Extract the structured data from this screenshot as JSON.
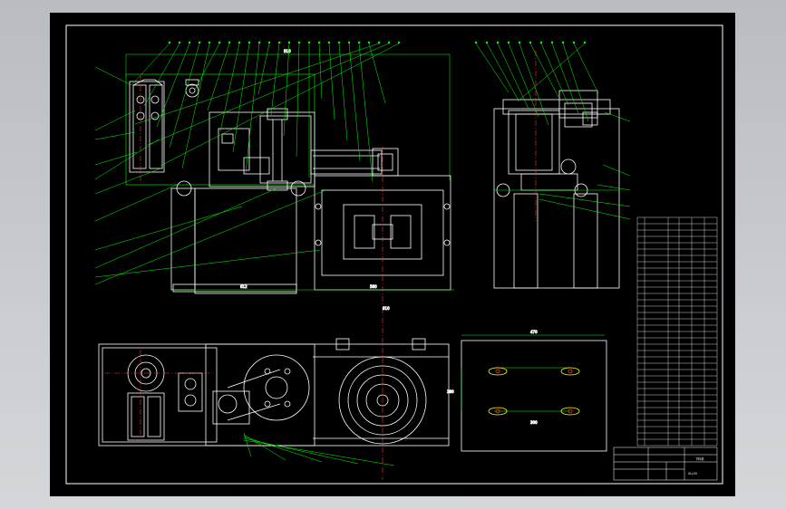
{
  "background_color": "#cfd2d6",
  "sheet_color": "#000000",
  "colors": {
    "border": "#ffffff",
    "outline": "#ffffff",
    "leader": "#00ff00",
    "centerline": "#ff3333",
    "hidden": "#ffff00",
    "table": "#ffffff"
  },
  "balloon_count_front": 24,
  "balloon_count_side": 11,
  "bom_rows": 36,
  "dimension_labels": {
    "front_overall": "910",
    "front_base": "612",
    "front_right": "560",
    "plan_overall": "910",
    "plan_right_width": "470",
    "plan_right_height": "380",
    "plan_bolt_spacing": "300"
  },
  "title_block": {
    "drawing_name": "下料机",
    "drawing_number": "XLJ-00"
  }
}
